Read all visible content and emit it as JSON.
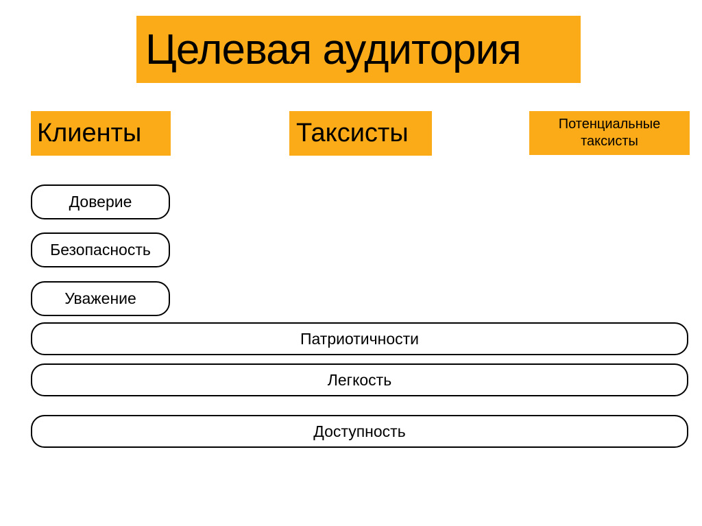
{
  "slide": {
    "title": "Целевая аудитория",
    "audience_groups": [
      {
        "id": "clients",
        "label": "Клиенты"
      },
      {
        "id": "taxi-drivers",
        "label": "Таксисты"
      },
      {
        "id": "potential-taxi-drivers",
        "label": "Потенциальные таксисты"
      }
    ],
    "value_pills": [
      {
        "id": "trust",
        "label": "Доверие",
        "scope": "clients"
      },
      {
        "id": "safety",
        "label": "Безопасность",
        "scope": "clients"
      },
      {
        "id": "respect",
        "label": "Уважение",
        "scope": "clients"
      },
      {
        "id": "patriotism",
        "label": "Патриотичности",
        "scope": "all-groups"
      },
      {
        "id": "ease",
        "label": "Легкость",
        "scope": "all-groups"
      },
      {
        "id": "accessibility",
        "label": "Доступность",
        "scope": "all-groups"
      }
    ],
    "colors": {
      "accent": "#FBAB18",
      "text": "#000000",
      "background": "#FFFFFF",
      "pill_border": "#000000",
      "pill_fill": "#FFFFFF"
    }
  }
}
